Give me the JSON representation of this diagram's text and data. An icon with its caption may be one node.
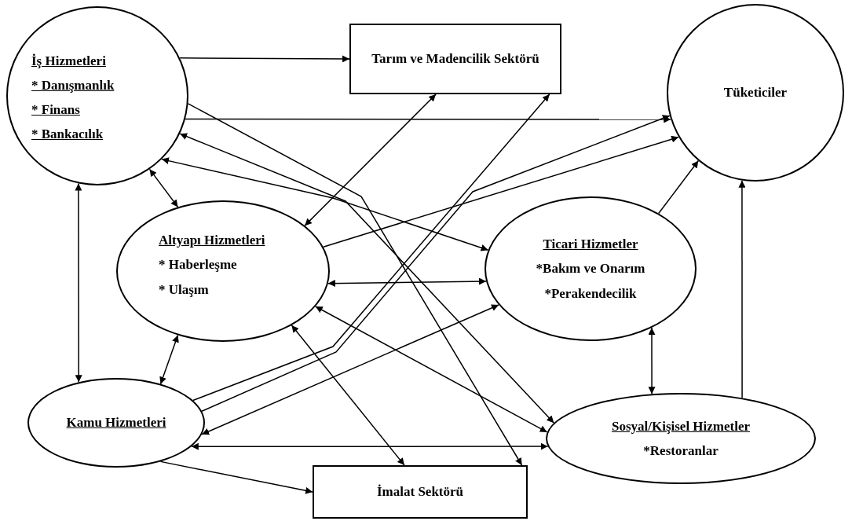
{
  "diagram": {
    "nodes": [
      {
        "text": [
          "İş Hizmetleri",
          "* Danışmanlık",
          "* Finans",
          "* Bankacılık"
        ]
      },
      {
        "text": [
          "Tarım ve Madencilik Sektörü"
        ]
      },
      {
        "text": [
          "Tüketiciler"
        ]
      },
      {
        "text": [
          "Altyapı Hizmetleri",
          "* Haberleşme",
          "* Ulaşım"
        ]
      },
      {
        "text": [
          "Ticari Hizmetler",
          "*Bakım ve Onarım",
          "*Perakendecilik"
        ]
      },
      {
        "text": [
          "Kamu Hizmetleri"
        ]
      },
      {
        "text": [
          "Sosyal/Kişisel Hizmetler",
          "*Restoranlar"
        ]
      },
      {
        "text": [
          "İmalat Sektörü"
        ]
      }
    ],
    "edges": [
      {
        "from": 0,
        "to": 1,
        "arrow": "to"
      },
      {
        "from": 0,
        "to": 2,
        "arrow": "to"
      },
      {
        "from": 0,
        "to": 7,
        "arrow": "to"
      },
      {
        "from": 0,
        "to": 3,
        "arrow": "both"
      },
      {
        "from": 0,
        "to": 5,
        "arrow": "both"
      },
      {
        "from": 0,
        "to": 4,
        "arrow": "both"
      },
      {
        "from": 0,
        "to": 6,
        "arrow": "both"
      },
      {
        "from": 3,
        "to": 2,
        "arrow": "to"
      },
      {
        "from": 3,
        "to": 1,
        "arrow": "both"
      },
      {
        "from": 3,
        "to": 4,
        "arrow": "both"
      },
      {
        "from": 3,
        "to": 5,
        "arrow": "both"
      },
      {
        "from": 3,
        "to": 7,
        "arrow": "both"
      },
      {
        "from": 3,
        "to": 6,
        "arrow": "both"
      },
      {
        "from": 5,
        "to": 1,
        "arrow": "to"
      },
      {
        "from": 5,
        "to": 2,
        "arrow": "to"
      },
      {
        "from": 5,
        "to": 4,
        "arrow": "both"
      },
      {
        "from": 5,
        "to": 6,
        "arrow": "both"
      },
      {
        "from": 5,
        "to": 7,
        "arrow": "to"
      },
      {
        "from": 4,
        "to": 2,
        "arrow": "to"
      },
      {
        "from": 4,
        "to": 6,
        "arrow": "both"
      },
      {
        "from": 6,
        "to": 2,
        "arrow": "to"
      }
    ]
  }
}
